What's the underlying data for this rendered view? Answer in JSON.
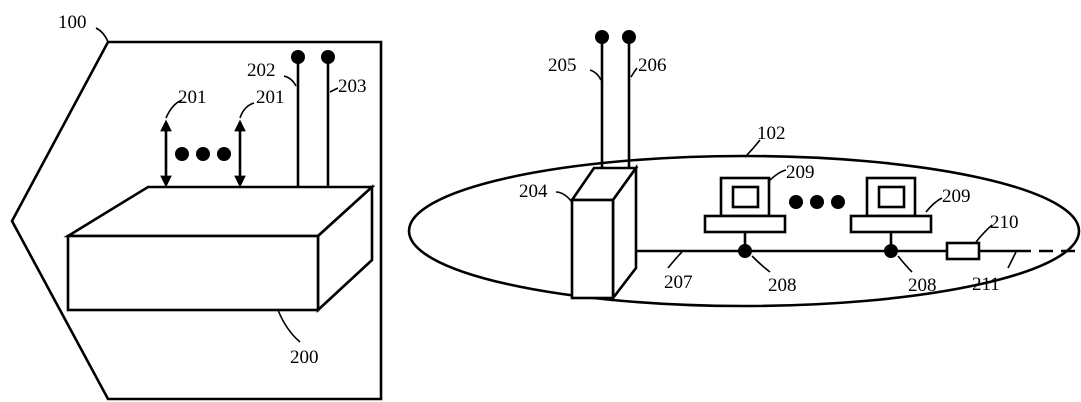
{
  "labels": {
    "l100": "100",
    "l200": "200",
    "l201a": "201",
    "l201b": "201",
    "l202": "202",
    "l203": "203",
    "l102": "102",
    "l204": "204",
    "l205": "205",
    "l206": "206",
    "l207": "207",
    "l208a": "208",
    "l208b": "208",
    "l209a": "209",
    "l209b": "209",
    "l210": "210",
    "l211": "211"
  }
}
